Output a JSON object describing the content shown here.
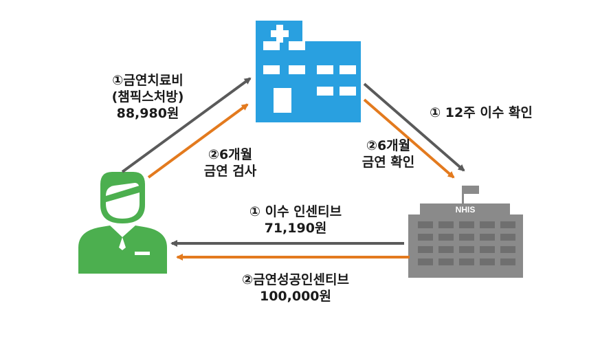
{
  "labels": {
    "treatment": {
      "line1": "①금연치료비",
      "line2": "(챔픽스처방)",
      "line3": "88,980원"
    },
    "checkup_6m": {
      "line1": "②6개월",
      "line2": "금연 검사"
    },
    "completion_12w": {
      "line1": "① 12주 이수 확인"
    },
    "confirm_6m": {
      "line1": "②6개월",
      "line2": "금연 확인"
    },
    "completion_incentive": {
      "line1": "① 이수 인센티브",
      "line2": "71,190원"
    },
    "success_incentive": {
      "line1": "②금연성공인센티브",
      "line2": "100,000원"
    }
  },
  "nhis_sign": "NHIS",
  "colors": {
    "hospital": "#29a0e0",
    "hospital_window": "#ffffff",
    "person": "#4caf4f",
    "nhis": "#8a8a8a",
    "nhis_window": "#6f6f6f",
    "arrow_gray": "#5a5a5a",
    "arrow_orange": "#e37a1e"
  }
}
